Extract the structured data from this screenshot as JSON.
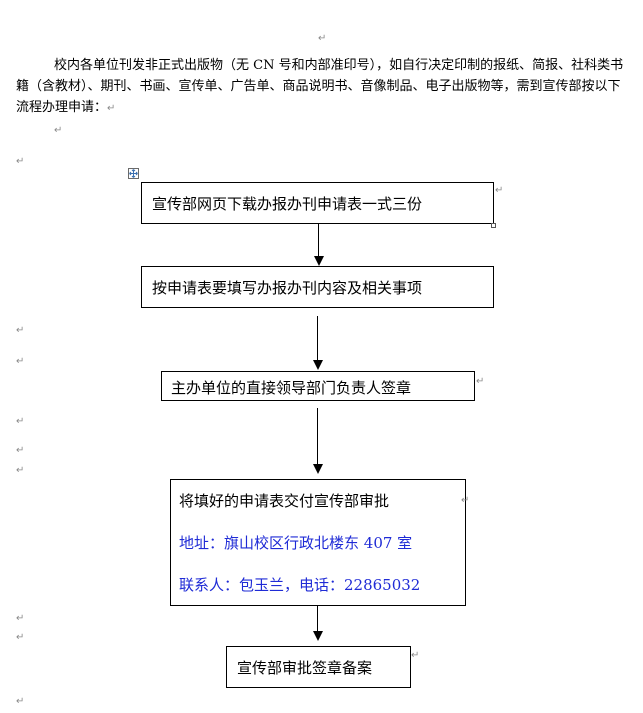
{
  "paragraph_mark": "↵",
  "intro_text": "校内各单位刊发非正式出版物（无 CN 号和内部准印号），如自行决定印制的报纸、简报、社科类书籍（含教材）、期刊、书画、宣传单、广告单、商品说明书、音像制品、电子出版物等，需到宣传部按以下流程办理申请：",
  "steps": {
    "step1": "宣传部网页下载办报办刊申请表一式三份",
    "step2": "按申请表要填写办报办刊内容及相关事项",
    "step3": "主办单位的直接领导部门负责人签章",
    "step4": {
      "title": "将填好的申请表交付宣传部审批",
      "address": "地址：旗山校区行政北楼东 407 室",
      "contact": "联系人：包玉兰，电话：22865032"
    },
    "step5": "宣传部审批签章备案"
  },
  "colors": {
    "text": "#000000",
    "contact_blue": "#1f2bd6",
    "mark_gray": "#8a8a8a"
  }
}
